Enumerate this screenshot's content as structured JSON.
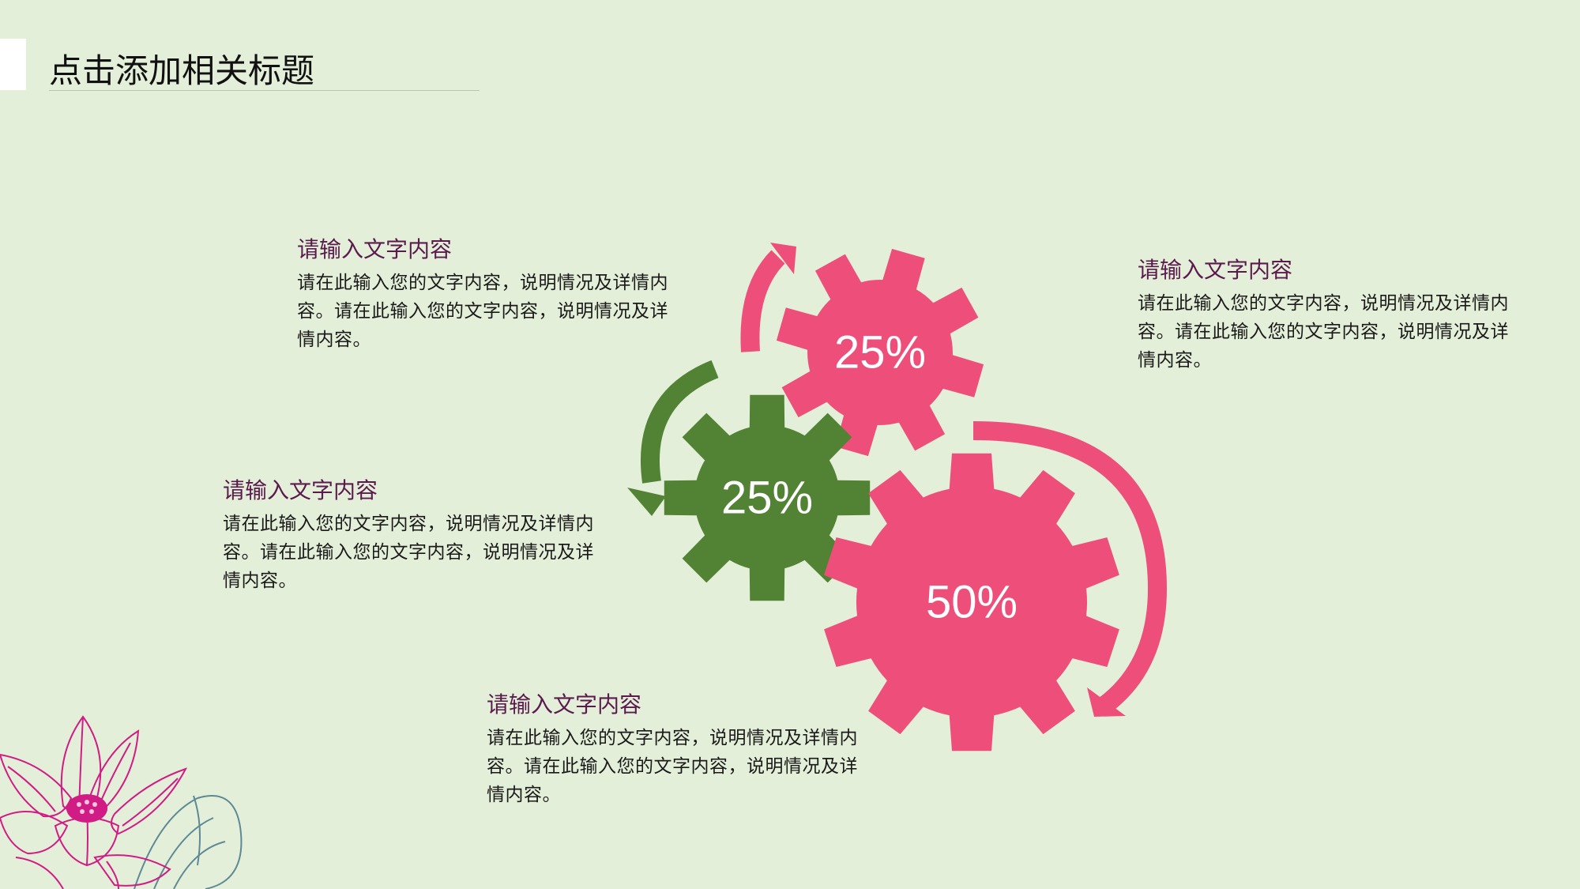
{
  "header": {
    "title": "点击添加相关标题"
  },
  "blocks": [
    {
      "heading": "请输入文字内容",
      "text": "请在此输入您的文字内容，说明情况及详情内容。请在此输入您的文字内容，说明情况及详情内容。"
    },
    {
      "heading": "请输入文字内容",
      "text": "请在此输入您的文字内容，说明情况及详情内容。请在此输入您的文字内容，说明情况及详情内容。"
    },
    {
      "heading": "请输入文字内容",
      "text": "请在此输入您的文字内容，说明情况及详情内容。请在此输入您的文字内容，说明情况及详情内容。"
    },
    {
      "heading": "请输入文字内容",
      "text": "请在此输入您的文字内容，说明情况及详情内容。请在此输入您的文字内容，说明情况及详情内容。"
    }
  ],
  "gears": [
    {
      "label": "25%",
      "value": 25,
      "color": "#ee4f7a"
    },
    {
      "label": "25%",
      "value": 25,
      "color": "#528234"
    },
    {
      "label": "50%",
      "value": 50,
      "color": "#ee4f7a"
    }
  ],
  "colors": {
    "background": "#e3efd8",
    "accent_pink": "#ee4f7a",
    "accent_green": "#528234",
    "heading": "#5b1a4e"
  },
  "icons": {
    "decoration": "lotus-flower-icon"
  }
}
